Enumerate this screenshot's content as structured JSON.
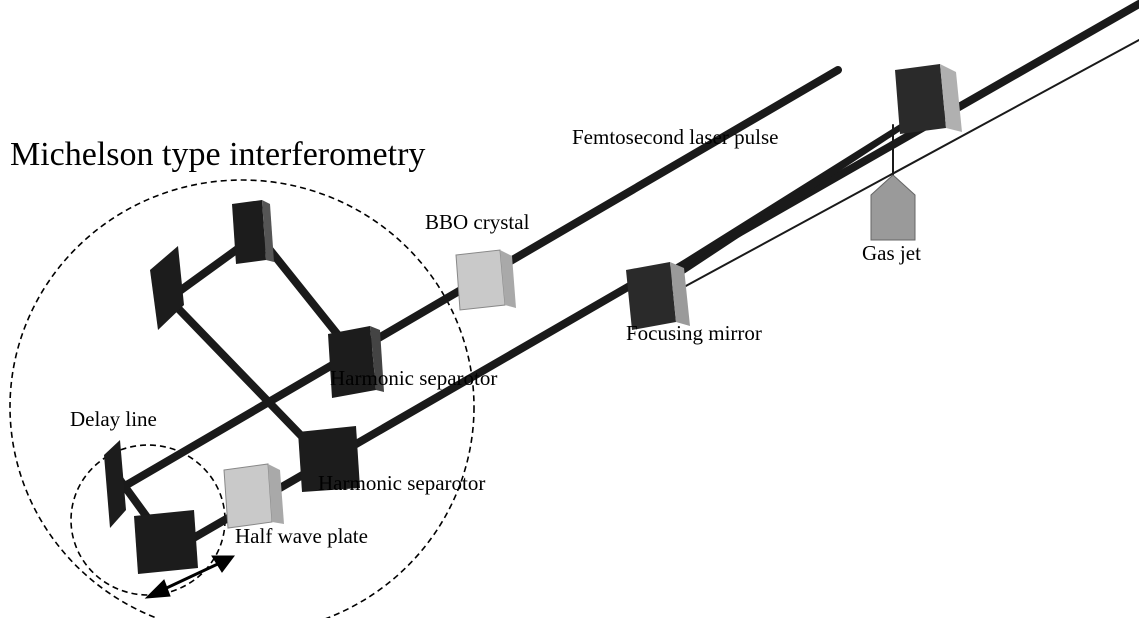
{
  "diagram": {
    "title": "Michelson type interferometry",
    "labels": {
      "femtosecond_laser_pulse": "Femtosecond laser pulse",
      "bbo_crystal": "BBO crystal",
      "gas_jet": "Gas jet",
      "focusing_mirror": "Focusing mirror",
      "harmonic_separator_1": "Harmonic separotor",
      "harmonic_separator_2": "Harmonic separotor",
      "delay_line": "Delay line",
      "half_wave_plate": "Half  wave plate"
    },
    "colors": {
      "beam": "#1a1a1a",
      "optic_dark": "#1c1c1c",
      "optic_light": "#c9c9c9",
      "gas_jet": "#9a9a9a",
      "dashed_circle": "#000000"
    }
  }
}
